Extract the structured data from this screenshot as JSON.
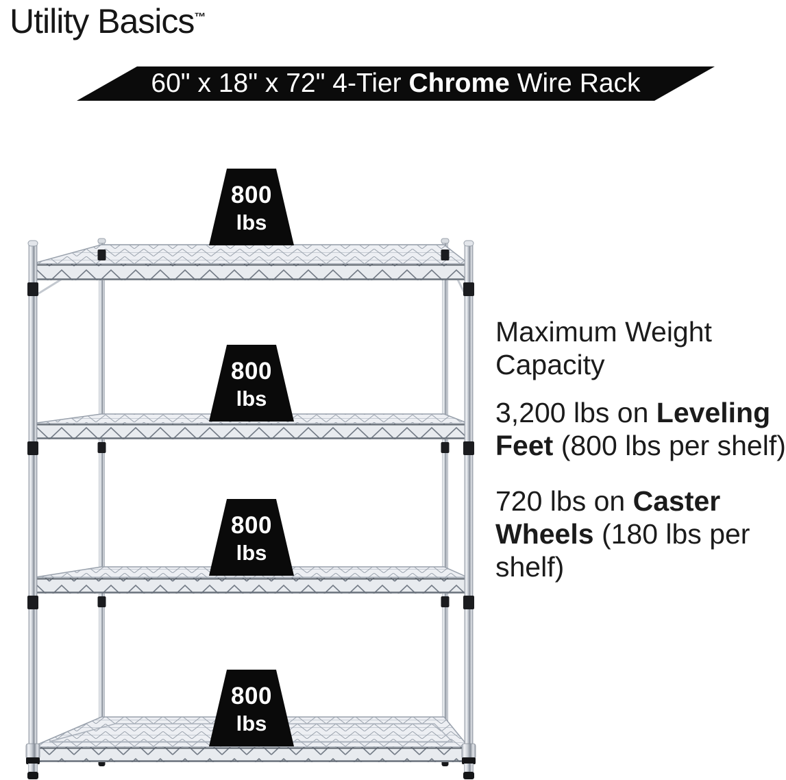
{
  "brand": {
    "name": "Utility Basics",
    "trademark": "™"
  },
  "banner": {
    "text_prefix": "60\" x 18\" x 72\" 4-Tier ",
    "text_bold": "Chrome",
    "text_suffix": " Wire Rack",
    "bg_color": "#0b0b0b",
    "text_color": "#ffffff"
  },
  "rack": {
    "tiers": 4,
    "finish": "Chrome",
    "weights": [
      {
        "value": "800",
        "unit": "lbs"
      },
      {
        "value": "800",
        "unit": "lbs"
      },
      {
        "value": "800",
        "unit": "lbs"
      },
      {
        "value": "800",
        "unit": "lbs"
      }
    ]
  },
  "info": {
    "heading": "Maximum Weight Capacity",
    "leveling": {
      "prefix": "3,200 lbs on ",
      "bold": "Leveling Feet",
      "suffix": " (800 lbs per shelf)"
    },
    "casters": {
      "prefix": "720 lbs on ",
      "bold": "Caster Wheels",
      "suffix": " (180 lbs per shelf)"
    }
  },
  "colors": {
    "badge_bg": "#0a0a0a",
    "text": "#1b1b1b",
    "chrome_light": "#f2f4f7",
    "chrome_dark": "#878e98"
  }
}
